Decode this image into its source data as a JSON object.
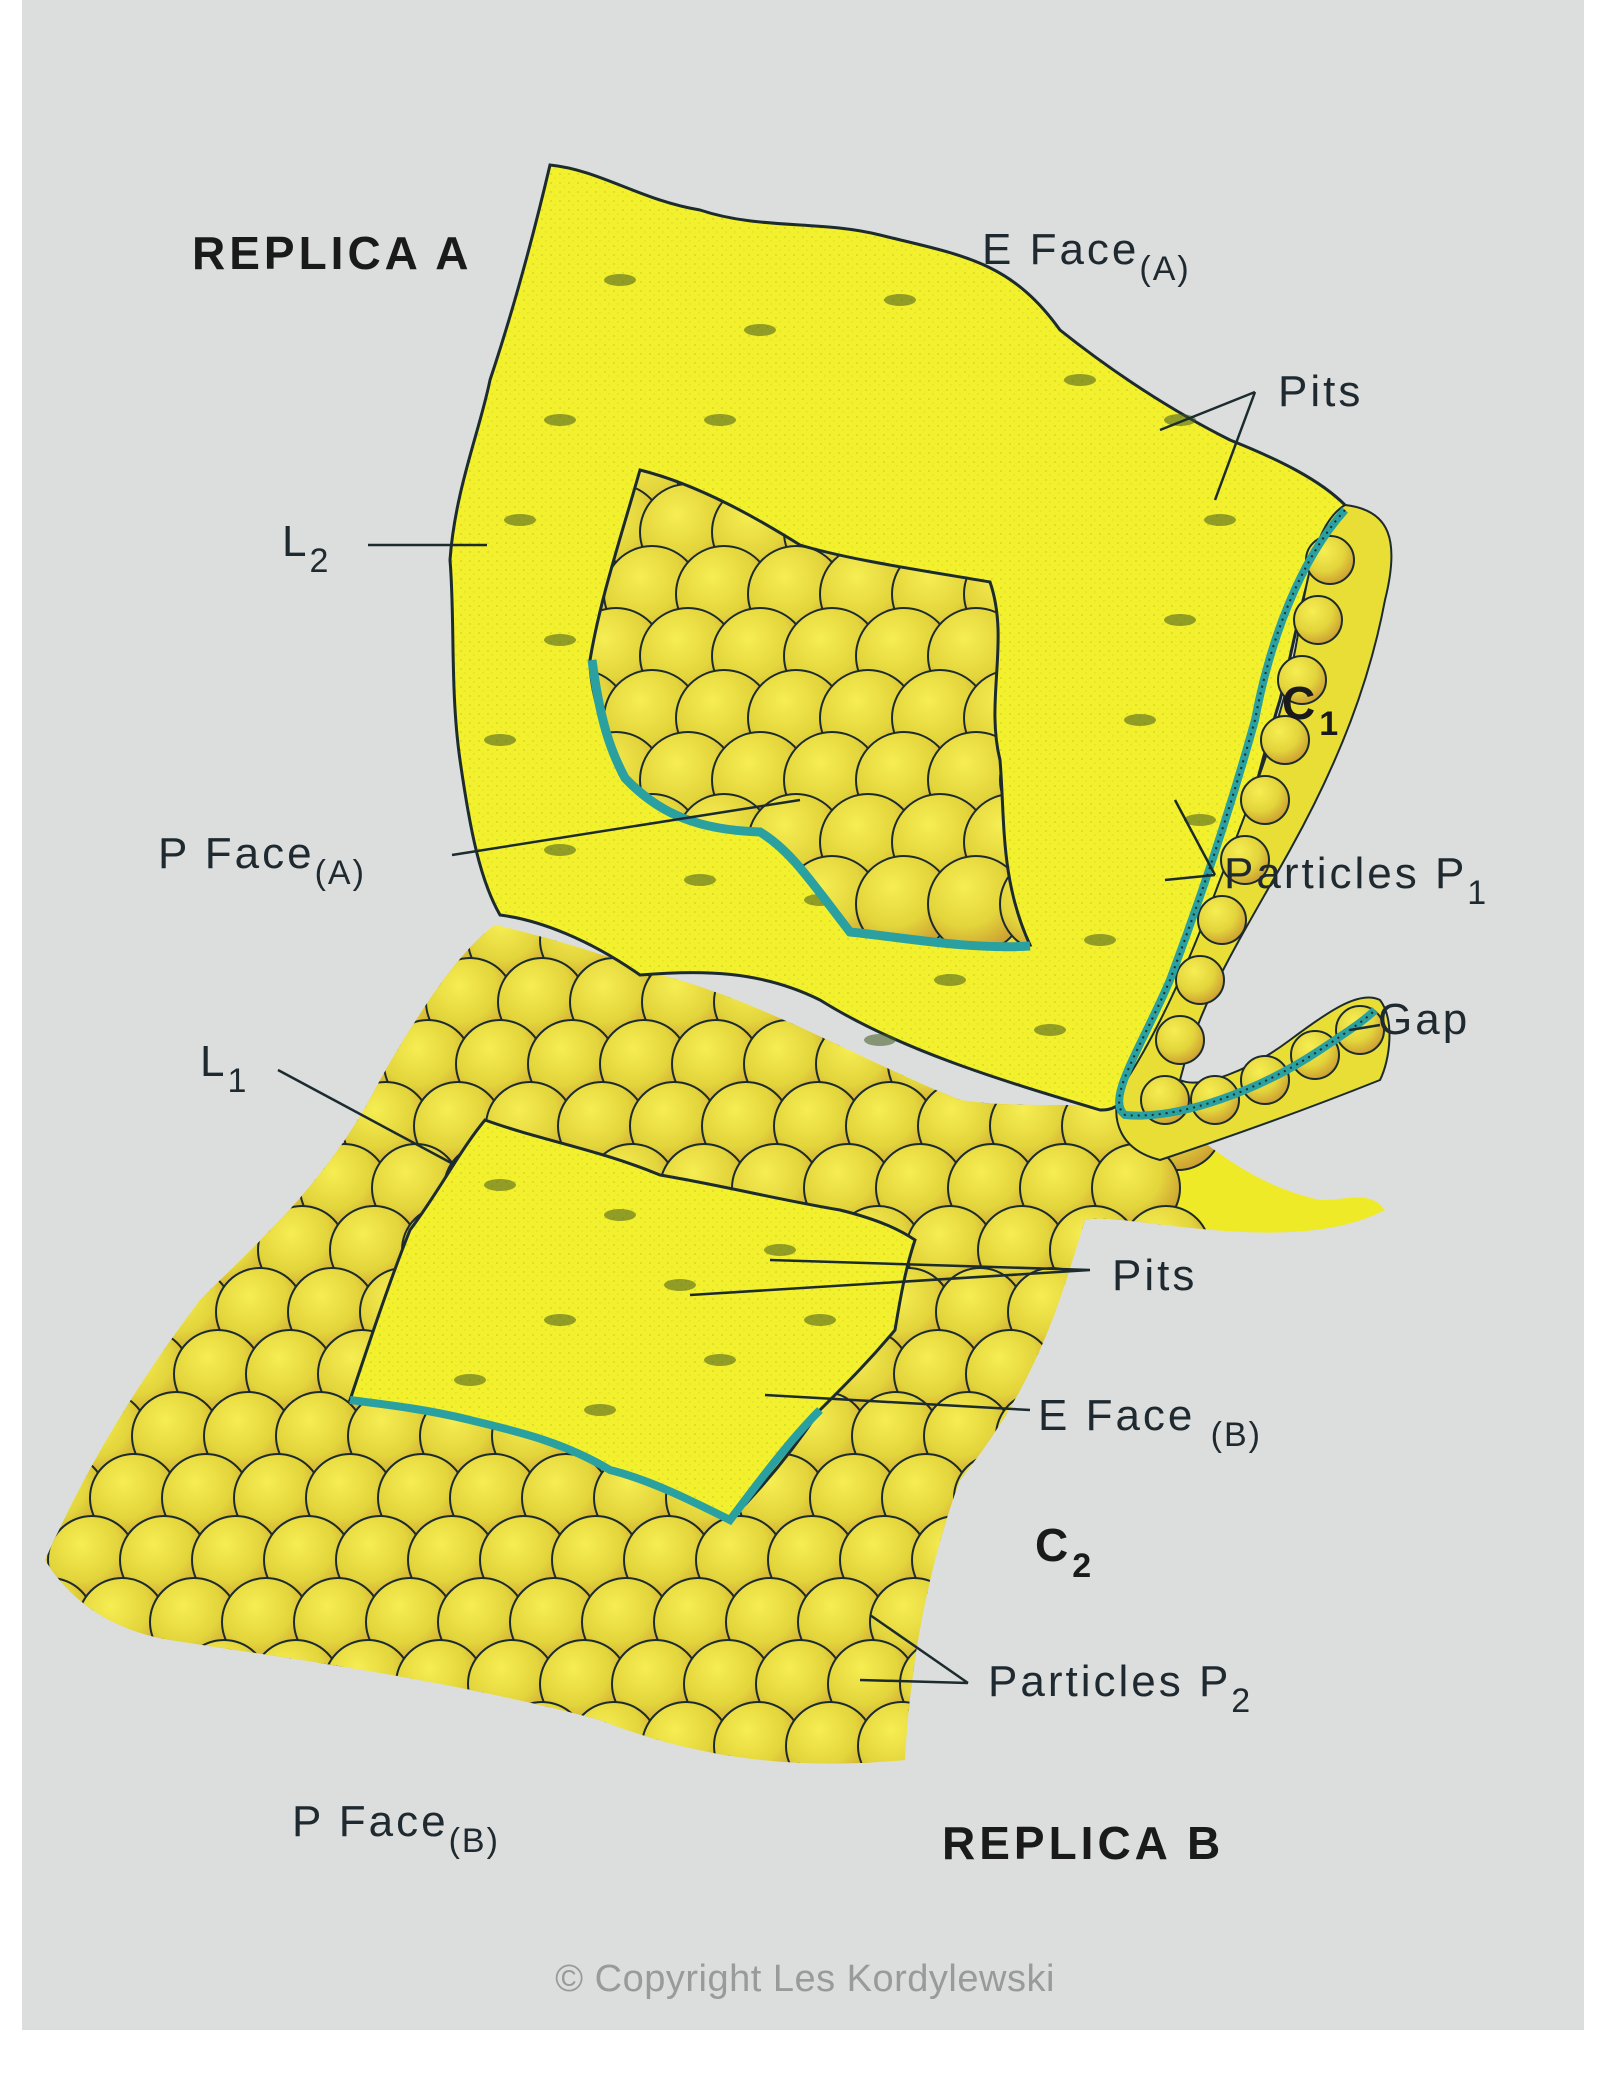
{
  "labels": {
    "replica_a": "REPLICA A",
    "replica_b": "REPLICA B",
    "e_face_a": {
      "text": "E Face",
      "sub": "(A)"
    },
    "pits_top": "Pits",
    "l2": {
      "text": "L",
      "sub": "2"
    },
    "c1": {
      "text": "C",
      "sub": "1"
    },
    "p_face_a": {
      "text": "P Face",
      "sub": "(A)"
    },
    "particles_p1": {
      "text": "Particles P",
      "sub": "1"
    },
    "gap": "Gap",
    "l1": {
      "text": "L",
      "sub": "1"
    },
    "pits_bottom": "Pits",
    "e_face_b": {
      "text": "E Face ",
      "sub": "(B)"
    },
    "c2": {
      "text": "C",
      "sub": "2"
    },
    "particles_p2": {
      "text": "Particles P",
      "sub": "2"
    },
    "p_face_b": {
      "text": "P Face",
      "sub": "(B)"
    }
  },
  "copyright": "© Copyright Les Kordylewski",
  "colors": {
    "panel_background": "#dcdddd",
    "membrane_yellow": "#f2ee2a",
    "particle_yellow": "#e7dc3a",
    "particle_shade": "#c69a2e",
    "outline": "#1c2b2e",
    "cut_edge": "#2aa0a0"
  }
}
